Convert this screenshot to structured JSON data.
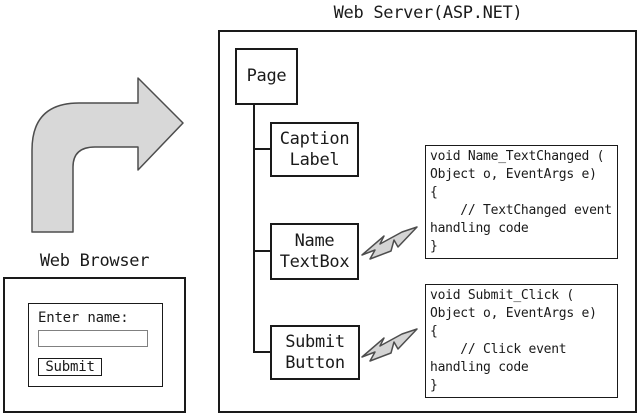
{
  "server": {
    "title": "Web Server(ASP.NET)",
    "nodes": {
      "page": "Page",
      "caption_label": "Caption\nLabel",
      "name_textbox": "Name\nTextBox",
      "submit_button": "Submit\nButton"
    },
    "handlers": [
      {
        "code": "void Name_TextChanged (\nObject o, EventArgs e)\n{\n    // TextChanged event\nhandling code\n}"
      },
      {
        "code": "void Submit_Click (\nObject o, EventArgs e)\n{\n    // Click event\nhandling code\n}"
      }
    ]
  },
  "browser": {
    "title": "Web Browser",
    "form": {
      "label": "Enter name:",
      "input_value": "",
      "button": "Submit"
    }
  },
  "icons": {
    "arrow": "curved-right-arrow",
    "bolt": "event-lightning-bolt"
  },
  "colors": {
    "arrow_fill": "#d8d8d8",
    "bolt_fill": "#d4d4d4",
    "line": "#1a1a1a"
  }
}
